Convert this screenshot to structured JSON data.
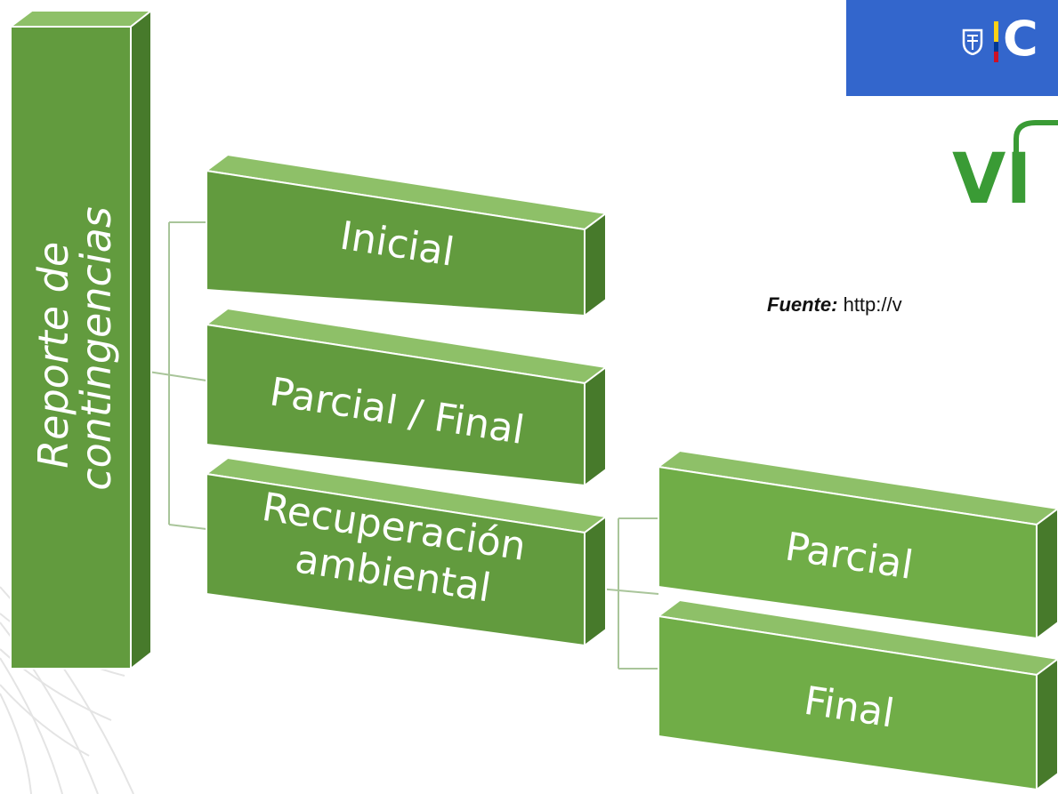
{
  "diagram": {
    "root": "Reporte de\ncontingencias",
    "children": [
      {
        "label": "Inicial"
      },
      {
        "label": "Parcial / Final"
      },
      {
        "label": "Recuperación\nambiental",
        "children": [
          {
            "label": "Parcial"
          },
          {
            "label": "Final"
          }
        ]
      }
    ]
  },
  "colors": {
    "box_front": "#629b3e",
    "box_top": "#8ec068",
    "box_side": "#477a2b",
    "box_front_light": "#70ad47",
    "connector": "#a9c59a",
    "gov_banner": "#3366cc",
    "logo_green": "#3a9b35"
  },
  "header": {
    "gov_text": "C",
    "logo_text": "VI",
    "source_label": "Fuente:",
    "source_value": "http://v"
  }
}
